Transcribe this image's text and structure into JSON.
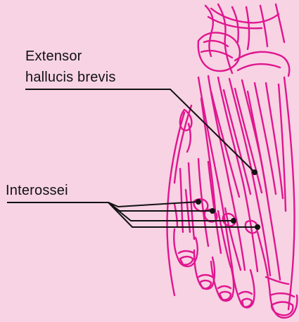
{
  "labels": {
    "extensor_line1": "Extensor",
    "extensor_line2": "hallucis brevis",
    "interossei": "Interossei"
  },
  "colors": {
    "background": "#f7d3e4",
    "outline": "#e0168f",
    "leader": "#111111"
  }
}
